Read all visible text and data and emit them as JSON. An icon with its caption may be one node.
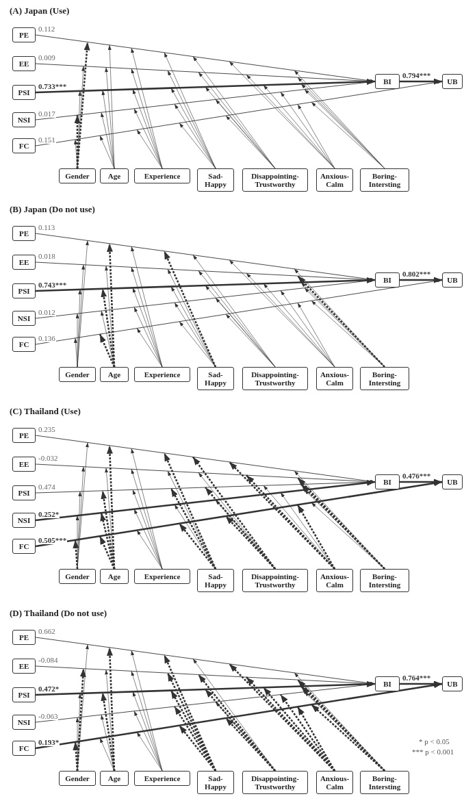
{
  "diagram": {
    "nodes": [
      {
        "text": [
          "PE"
        ]
      },
      {
        "text": [
          "EE"
        ]
      },
      {
        "text": [
          "PSI"
        ]
      },
      {
        "text": [
          "NSI"
        ]
      },
      {
        "text": [
          "FC"
        ]
      },
      {
        "text": [
          "BI"
        ]
      },
      {
        "text": [
          "UB"
        ]
      },
      {
        "text": [
          "Gender"
        ]
      },
      {
        "text": [
          "Age"
        ]
      },
      {
        "text": [
          "Experience"
        ]
      },
      {
        "text": [
          "Sad-Happy"
        ]
      },
      {
        "text": [
          "Disappointing-Trustworthy"
        ]
      },
      {
        "text": [
          "Anxious-Calm"
        ]
      },
      {
        "text": [
          "Boring-Intersting"
        ]
      },
      {
        "text": [
          "PE"
        ]
      },
      {
        "text": [
          "EE"
        ]
      },
      {
        "text": [
          "PSI"
        ]
      },
      {
        "text": [
          "NSI"
        ]
      },
      {
        "text": [
          "FC"
        ]
      },
      {
        "text": [
          "BI"
        ]
      },
      {
        "text": [
          "UB"
        ]
      },
      {
        "text": [
          "Gender"
        ]
      },
      {
        "text": [
          "Age"
        ]
      },
      {
        "text": [
          "Experience"
        ]
      },
      {
        "text": [
          "Sad-Happy"
        ]
      },
      {
        "text": [
          "Disappointing-Trustworthy"
        ]
      },
      {
        "text": [
          "Anxious-Calm"
        ]
      },
      {
        "text": [
          "Boring-Intersting"
        ]
      },
      {
        "text": [
          "PE"
        ]
      },
      {
        "text": [
          "EE"
        ]
      },
      {
        "text": [
          "PSI"
        ]
      },
      {
        "text": [
          "NSI"
        ]
      },
      {
        "text": [
          "FC"
        ]
      },
      {
        "text": [
          "BI"
        ]
      },
      {
        "text": [
          "UB"
        ]
      },
      {
        "text": [
          "Gender"
        ]
      },
      {
        "text": [
          "Age"
        ]
      },
      {
        "text": [
          "Experience"
        ]
      },
      {
        "text": [
          "Sad-Happy"
        ]
      },
      {
        "text": [
          "Disappointing-Trustworthy"
        ]
      },
      {
        "text": [
          "Anxious-Calm"
        ]
      },
      {
        "text": [
          "Boring-Intersting"
        ]
      },
      {
        "text": [
          "PE"
        ]
      },
      {
        "text": [
          "EE"
        ]
      },
      {
        "text": [
          "PSI"
        ]
      },
      {
        "text": [
          "NSI"
        ]
      },
      {
        "text": [
          "FC"
        ]
      },
      {
        "text": [
          "BI"
        ]
      },
      {
        "text": [
          "UB"
        ]
      },
      {
        "text": [
          "Gender"
        ]
      },
      {
        "text": [
          "Age"
        ]
      },
      {
        "text": [
          "Experience"
        ]
      },
      {
        "text": [
          "Sad-Happy"
        ]
      },
      {
        "text": [
          "Disappointing-Trustworthy"
        ]
      },
      {
        "text": [
          "Anxious-Calm"
        ]
      },
      {
        "text": [
          "Boring-Intersting"
        ]
      }
    ],
    "edges": [
      {
        "from": 0,
        "to": 5,
        "arrow": "to",
        "label": "0.112"
      },
      {
        "from": 1,
        "to": 5,
        "arrow": "to",
        "label": "0.009"
      },
      {
        "from": 2,
        "to": 5,
        "arrow": "to",
        "label": "0.733***",
        "style": "thick"
      },
      {
        "from": 3,
        "to": 5,
        "arrow": "to",
        "label": "0.017"
      },
      {
        "from": 4,
        "to": 6,
        "arrow": "to",
        "label": "0.151"
      },
      {
        "from": 5,
        "to": 6,
        "arrow": "to",
        "label": "0.794***",
        "style": "thick"
      },
      {
        "from": 7,
        "to": null,
        "arrow": "to",
        "style": "dashed"
      },
      {
        "from": 7,
        "to": null,
        "arrow": "to"
      },
      {
        "from": 7,
        "to": null,
        "arrow": "to"
      },
      {
        "from": 7,
        "to": null,
        "arrow": "to",
        "style": "dashed"
      },
      {
        "from": 7,
        "to": null,
        "arrow": "to"
      },
      {
        "from": 8,
        "to": null,
        "arrow": "to"
      },
      {
        "from": 8,
        "to": null,
        "arrow": "to"
      },
      {
        "from": 8,
        "to": null,
        "arrow": "to"
      },
      {
        "from": 8,
        "to": null,
        "arrow": "to"
      },
      {
        "from": 8,
        "to": null,
        "arrow": "to"
      },
      {
        "from": 9,
        "to": null,
        "arrow": "to"
      },
      {
        "from": 9,
        "to": null,
        "arrow": "to"
      },
      {
        "from": 9,
        "to": null,
        "arrow": "to"
      },
      {
        "from": 9,
        "to": null,
        "arrow": "to"
      },
      {
        "from": 9,
        "to": null,
        "arrow": "to"
      },
      {
        "from": 10,
        "to": null,
        "arrow": "to"
      },
      {
        "from": 10,
        "to": null,
        "arrow": "to"
      },
      {
        "from": 10,
        "to": null,
        "arrow": "to"
      },
      {
        "from": 10,
        "to": null,
        "arrow": "to"
      },
      {
        "from": 10,
        "to": null,
        "arrow": "to"
      },
      {
        "from": 11,
        "to": null,
        "arrow": "to"
      },
      {
        "from": 11,
        "to": null,
        "arrow": "to"
      },
      {
        "from": 11,
        "to": null,
        "arrow": "to"
      },
      {
        "from": 11,
        "to": null,
        "arrow": "to"
      },
      {
        "from": 11,
        "to": null,
        "arrow": "to"
      },
      {
        "from": 12,
        "to": null,
        "arrow": "to"
      },
      {
        "from": 12,
        "to": null,
        "arrow": "to"
      },
      {
        "from": 12,
        "to": null,
        "arrow": "to"
      },
      {
        "from": 12,
        "to": null,
        "arrow": "to"
      },
      {
        "from": 12,
        "to": null,
        "arrow": "to"
      },
      {
        "from": 13,
        "to": null,
        "arrow": "to"
      },
      {
        "from": 13,
        "to": null,
        "arrow": "to"
      },
      {
        "from": 13,
        "to": null,
        "arrow": "to"
      },
      {
        "from": 13,
        "to": null,
        "arrow": "to"
      },
      {
        "from": 13,
        "to": null,
        "arrow": "to"
      },
      {
        "from": 14,
        "to": 19,
        "arrow": "to",
        "label": "0.113"
      },
      {
        "from": 15,
        "to": 19,
        "arrow": "to",
        "label": "0.018"
      },
      {
        "from": 16,
        "to": 19,
        "arrow": "to",
        "label": "0.743***",
        "style": "thick"
      },
      {
        "from": 17,
        "to": 19,
        "arrow": "to",
        "label": "0.012"
      },
      {
        "from": 18,
        "to": 20,
        "arrow": "to",
        "label": "0.136"
      },
      {
        "from": 19,
        "to": 20,
        "arrow": "to",
        "label": "0.802***",
        "style": "thick"
      },
      {
        "from": 21,
        "to": null,
        "arrow": "to"
      },
      {
        "from": 21,
        "to": null,
        "arrow": "to"
      },
      {
        "from": 21,
        "to": null,
        "arrow": "to"
      },
      {
        "from": 21,
        "to": null,
        "arrow": "to"
      },
      {
        "from": 21,
        "to": null,
        "arrow": "to"
      },
      {
        "from": 22,
        "to": null,
        "arrow": "to",
        "style": "dashed"
      },
      {
        "from": 22,
        "to": null,
        "arrow": "to"
      },
      {
        "from": 22,
        "to": null,
        "arrow": "to",
        "style": "dashed"
      },
      {
        "from": 22,
        "to": null,
        "arrow": "to"
      },
      {
        "from": 22,
        "to": null,
        "arrow": "to",
        "style": "dashed"
      },
      {
        "from": 23,
        "to": null,
        "arrow": "to"
      },
      {
        "from": 23,
        "to": null,
        "arrow": "to"
      },
      {
        "from": 23,
        "to": null,
        "arrow": "to"
      },
      {
        "from": 23,
        "to": null,
        "arrow": "to"
      },
      {
        "from": 23,
        "to": null,
        "arrow": "to"
      },
      {
        "from": 24,
        "to": null,
        "arrow": "to",
        "style": "dashed"
      },
      {
        "from": 24,
        "to": null,
        "arrow": "to"
      },
      {
        "from": 24,
        "to": null,
        "arrow": "to"
      },
      {
        "from": 24,
        "to": null,
        "arrow": "to"
      },
      {
        "from": 24,
        "to": null,
        "arrow": "to"
      },
      {
        "from": 25,
        "to": null,
        "arrow": "to"
      },
      {
        "from": 25,
        "to": null,
        "arrow": "to"
      },
      {
        "from": 25,
        "to": null,
        "arrow": "to"
      },
      {
        "from": 25,
        "to": null,
        "arrow": "to"
      },
      {
        "from": 25,
        "to": null,
        "arrow": "to"
      },
      {
        "from": 26,
        "to": null,
        "arrow": "to"
      },
      {
        "from": 26,
        "to": null,
        "arrow": "to"
      },
      {
        "from": 26,
        "to": null,
        "arrow": "to"
      },
      {
        "from": 26,
        "to": null,
        "arrow": "to"
      },
      {
        "from": 26,
        "to": null,
        "arrow": "to"
      },
      {
        "from": 27,
        "to": null,
        "arrow": "to"
      },
      {
        "from": 27,
        "to": null,
        "arrow": "to",
        "style": "dashed"
      },
      {
        "from": 27,
        "to": null,
        "arrow": "to"
      },
      {
        "from": 27,
        "to": null,
        "arrow": "to"
      },
      {
        "from": 27,
        "to": null,
        "arrow": "to"
      },
      {
        "from": 28,
        "to": 33,
        "arrow": "to",
        "label": "0.235"
      },
      {
        "from": 29,
        "to": 33,
        "arrow": "to",
        "label": "-0.032"
      },
      {
        "from": 30,
        "to": 33,
        "arrow": "to",
        "label": "0.474"
      },
      {
        "from": 31,
        "to": 33,
        "arrow": "to",
        "label": "0.252*",
        "style": "thick"
      },
      {
        "from": 32,
        "to": 34,
        "arrow": "to",
        "label": "0.505***",
        "style": "thick"
      },
      {
        "from": 33,
        "to": 34,
        "arrow": "to",
        "label": "0.476***",
        "style": "thick"
      },
      {
        "from": 35,
        "to": null,
        "arrow": "to"
      },
      {
        "from": 35,
        "to": null,
        "arrow": "to"
      },
      {
        "from": 35,
        "to": null,
        "arrow": "to"
      },
      {
        "from": 35,
        "to": null,
        "arrow": "to"
      },
      {
        "from": 35,
        "to": null,
        "arrow": "to",
        "style": "dashed"
      },
      {
        "from": 36,
        "to": null,
        "arrow": "to",
        "style": "dashed"
      },
      {
        "from": 36,
        "to": null,
        "arrow": "to"
      },
      {
        "from": 36,
        "to": null,
        "arrow": "to",
        "style": "dashed"
      },
      {
        "from": 36,
        "to": null,
        "arrow": "to",
        "style": "dashed"
      },
      {
        "from": 36,
        "to": null,
        "arrow": "to",
        "style": "dashed"
      },
      {
        "from": 37,
        "to": null,
        "arrow": "to"
      },
      {
        "from": 37,
        "to": null,
        "arrow": "to"
      },
      {
        "from": 37,
        "to": null,
        "arrow": "to"
      },
      {
        "from": 37,
        "to": null,
        "arrow": "to"
      },
      {
        "from": 37,
        "to": null,
        "arrow": "to"
      },
      {
        "from": 38,
        "to": null,
        "arrow": "to",
        "style": "dashed"
      },
      {
        "from": 38,
        "to": null,
        "arrow": "to"
      },
      {
        "from": 38,
        "to": null,
        "arrow": "to",
        "style": "dashed"
      },
      {
        "from": 38,
        "to": null,
        "arrow": "to"
      },
      {
        "from": 38,
        "to": null,
        "arrow": "to",
        "style": "dashed"
      },
      {
        "from": 39,
        "to": null,
        "arrow": "to",
        "style": "dashed"
      },
      {
        "from": 39,
        "to": null,
        "arrow": "to"
      },
      {
        "from": 39,
        "to": null,
        "arrow": "to",
        "style": "dashed"
      },
      {
        "from": 39,
        "to": null,
        "arrow": "to"
      },
      {
        "from": 39,
        "to": null,
        "arrow": "to",
        "style": "dashed"
      },
      {
        "from": 40,
        "to": null,
        "arrow": "to",
        "style": "dashed"
      },
      {
        "from": 40,
        "to": null,
        "arrow": "to",
        "style": "dashed"
      },
      {
        "from": 40,
        "to": null,
        "arrow": "to"
      },
      {
        "from": 40,
        "to": null,
        "arrow": "to"
      },
      {
        "from": 40,
        "to": null,
        "arrow": "to",
        "style": "dashed"
      },
      {
        "from": 41,
        "to": null,
        "arrow": "to"
      },
      {
        "from": 41,
        "to": null,
        "arrow": "to",
        "style": "dashed"
      },
      {
        "from": 41,
        "to": null,
        "arrow": "to",
        "style": "dashed"
      },
      {
        "from": 41,
        "to": null,
        "arrow": "to"
      },
      {
        "from": 41,
        "to": null,
        "arrow": "to"
      },
      {
        "from": 42,
        "to": 47,
        "arrow": "to",
        "label": "0.662"
      },
      {
        "from": 43,
        "to": 47,
        "arrow": "to",
        "label": "-0.084"
      },
      {
        "from": 44,
        "to": 47,
        "arrow": "to",
        "label": "0.472*",
        "style": "thick"
      },
      {
        "from": 45,
        "to": 47,
        "arrow": "to",
        "label": "-0.063"
      },
      {
        "from": 46,
        "to": 48,
        "arrow": "to",
        "label": "0.193*",
        "style": "thick"
      },
      {
        "from": 47,
        "to": 48,
        "arrow": "to",
        "label": "0.764***",
        "style": "thick"
      },
      {
        "from": 49,
        "to": null,
        "arrow": "to"
      },
      {
        "from": 49,
        "to": null,
        "arrow": "to",
        "style": "dashed"
      },
      {
        "from": 49,
        "to": null,
        "arrow": "to"
      },
      {
        "from": 49,
        "to": null,
        "arrow": "to"
      },
      {
        "from": 49,
        "to": null,
        "arrow": "to",
        "style": "dashed"
      },
      {
        "from": 50,
        "to": null,
        "arrow": "to",
        "style": "dashed"
      },
      {
        "from": 50,
        "to": null,
        "arrow": "to"
      },
      {
        "from": 50,
        "to": null,
        "arrow": "to",
        "style": "dashed"
      },
      {
        "from": 50,
        "to": null,
        "arrow": "to"
      },
      {
        "from": 50,
        "to": null,
        "arrow": "to"
      },
      {
        "from": 51,
        "to": null,
        "arrow": "to"
      },
      {
        "from": 51,
        "to": null,
        "arrow": "to"
      },
      {
        "from": 51,
        "to": null,
        "arrow": "to"
      },
      {
        "from": 51,
        "to": null,
        "arrow": "to"
      },
      {
        "from": 51,
        "to": null,
        "arrow": "to"
      },
      {
        "from": 52,
        "to": null,
        "arrow": "to",
        "style": "dashed"
      },
      {
        "from": 52,
        "to": null,
        "arrow": "to",
        "style": "dashed"
      },
      {
        "from": 52,
        "to": null,
        "arrow": "to",
        "style": "dashed"
      },
      {
        "from": 52,
        "to": null,
        "arrow": "to",
        "style": "dashed"
      },
      {
        "from": 52,
        "to": null,
        "arrow": "to",
        "style": "dashed"
      },
      {
        "from": 53,
        "to": null,
        "arrow": "to"
      },
      {
        "from": 53,
        "to": null,
        "arrow": "to",
        "style": "dashed"
      },
      {
        "from": 53,
        "to": null,
        "arrow": "to",
        "style": "dashed"
      },
      {
        "from": 53,
        "to": null,
        "arrow": "to"
      },
      {
        "from": 53,
        "to": null,
        "arrow": "to",
        "style": "dashed"
      },
      {
        "from": 54,
        "to": null,
        "arrow": "to",
        "style": "dashed"
      },
      {
        "from": 54,
        "to": null,
        "arrow": "to",
        "style": "dashed"
      },
      {
        "from": 54,
        "to": null,
        "arrow": "to",
        "style": "dashed"
      },
      {
        "from": 54,
        "to": null,
        "arrow": "to",
        "style": "dashed"
      },
      {
        "from": 54,
        "to": null,
        "arrow": "to",
        "style": "dashed"
      },
      {
        "from": 55,
        "to": null,
        "arrow": "to"
      },
      {
        "from": 55,
        "to": null,
        "arrow": "to",
        "style": "dashed"
      },
      {
        "from": 55,
        "to": null,
        "arrow": "to",
        "style": "dashed"
      },
      {
        "from": 55,
        "to": null,
        "arrow": "to"
      },
      {
        "from": 55,
        "to": null,
        "arrow": "to",
        "style": "dashed"
      }
    ],
    "labels": [
      "(A) Japan (Use)",
      "(B) Japan (Do not use)",
      "(C) Thailand (Use)",
      "(D) Thailand (Do not use)",
      "* p < 0.05",
      "*** p < 0.001"
    ]
  }
}
